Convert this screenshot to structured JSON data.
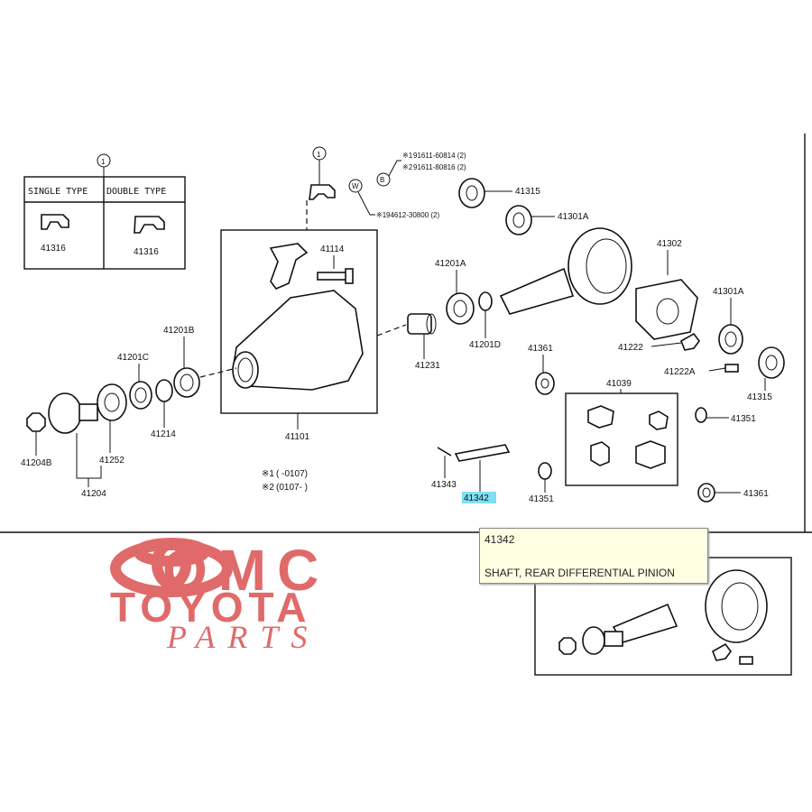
{
  "notes": {
    "note_a": "※1",
    "note_a_part": "91611-60814 (2)",
    "note_b": "※2",
    "note_b_part": "91611-80816 (2)",
    "circle_b": "B",
    "circle_w": "W",
    "w_note_mark": "※1",
    "w_note_part": "94612-30800 (2)",
    "circle_1": "1",
    "period_1_mark": "※1",
    "period_1": "(      -0107)",
    "period_2_mark": "※2",
    "period_2": "(0107-      )"
  },
  "type_box": {
    "single_label": "SINGLE TYPE",
    "double_label": "DOUBLE TYPE",
    "single_part": "41316",
    "double_part": "41316"
  },
  "parts": {
    "p41114": "41114",
    "p41101": "41101",
    "p41201B": "41201B",
    "p41201C": "41201C",
    "p41214": "41214",
    "p41252": "41252",
    "p41204": "41204",
    "p41204B": "41204B",
    "p41231": "41231",
    "p41201A_a": "41201A",
    "p41201D": "41201D",
    "p41315_a": "41315",
    "p41301A_a": "41301A",
    "p41302": "41302",
    "p41301A_b": "41301A",
    "p41222": "41222",
    "p41222A": "41222A",
    "p41315_b": "41315",
    "p41361_a": "41361",
    "p41039": "41039",
    "p41351_a": "41351",
    "p41351_b": "41351",
    "p41361_b": "41361",
    "p41343": "41343",
    "p41342": "41342"
  },
  "tooltip": {
    "part_number": "41342",
    "description": "SHAFT, REAR DIFFERENTIAL PINION"
  },
  "logo": {
    "line1": "OMC",
    "line2": "TOYOTA",
    "line3": "PARTS"
  },
  "colors": {
    "logo": "#e06a6a",
    "highlight": "#7fe0f0",
    "tooltip_bg": "#ffffe4"
  }
}
